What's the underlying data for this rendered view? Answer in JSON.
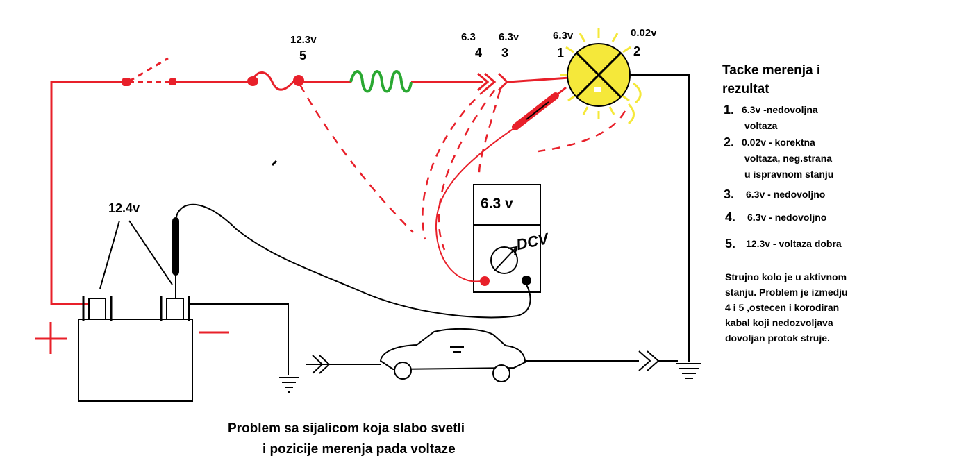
{
  "points": {
    "p5": {
      "voltage": "12.3v",
      "number": "5"
    },
    "p4": {
      "voltage": "6.3",
      "number": "4"
    },
    "p3": {
      "voltage": "6.3v",
      "number": "3"
    },
    "p1": {
      "voltage": "6.3v",
      "number": "1"
    },
    "p2": {
      "voltage": "0.02v",
      "number": "2"
    }
  },
  "battery": {
    "voltage": "12.4v",
    "plus": "+",
    "minus": "−"
  },
  "meter": {
    "reading": "6.3 v",
    "mode": "DCV"
  },
  "side": {
    "title_line1": "Tacke merenja i",
    "title_line2": "rezultat",
    "items": [
      {
        "num": "1.",
        "line1": "6.3v -nedovoljna",
        "line2": "voltaza",
        "line3": ""
      },
      {
        "num": "2.",
        "line1": "0.02v - korektna",
        "line2": "voltaza, neg.strana",
        "line3": "u ispravnom stanju"
      },
      {
        "num": "3.",
        "line1": "6.3v  - nedovoljno",
        "line2": "",
        "line3": ""
      },
      {
        "num": "4.",
        "line1": "6.3v - nedovoljno",
        "line2": "",
        "line3": ""
      },
      {
        "num": "5.",
        "line1": "12.3v - voltaza dobra",
        "line2": "",
        "line3": ""
      }
    ],
    "note": [
      "Strujno kolo je u aktivnom",
      "stanju. Problem je izmedju",
      "4 i 5 ,ostecen i korodiran",
      "kabal koji nedozvoljava",
      "dovoljan protok struje."
    ]
  },
  "caption": {
    "line1": "Problem sa sijalicom koja slabo svetli",
    "line2": "i pozicije merenja pada voltaze"
  },
  "colors": {
    "wire_red": "#e8202a",
    "lamp_yellow": "#f5e83a",
    "resistor_green": "#2aa832",
    "black": "#000000"
  }
}
